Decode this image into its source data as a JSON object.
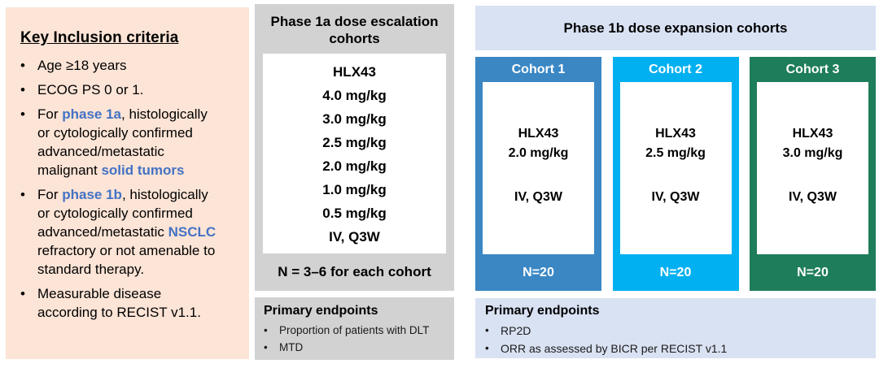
{
  "inclusion": {
    "title": "Key Inclusion criteria",
    "bullets": [
      {
        "segments": [
          {
            "text": "Age ≥18 years"
          }
        ]
      },
      {
        "segments": [
          {
            "text": "ECOG PS 0 or 1."
          }
        ]
      },
      {
        "segments": [
          {
            "text": "For "
          },
          {
            "text": "phase 1a",
            "highlight": true
          },
          {
            "text": ", histologically or cytologically confirmed advanced/metastatic malignant "
          },
          {
            "text": "solid tumors",
            "highlight": true
          }
        ]
      },
      {
        "segments": [
          {
            "text": "For "
          },
          {
            "text": "phase 1b",
            "highlight": true
          },
          {
            "text": ", histologically or cytologically confirmed advanced/metastatic "
          },
          {
            "text": "NSCLC",
            "highlight": true
          },
          {
            "text": " refractory or not amenable to standard therapy."
          }
        ]
      },
      {
        "segments": [
          {
            "text": "Measurable disease according to RECIST v1.1."
          }
        ]
      }
    ]
  },
  "phase1a": {
    "header": "Phase 1a dose escalation cohorts",
    "drug": "HLX43",
    "doses": [
      "4.0 mg/kg",
      "3.0 mg/kg",
      "2.5 mg/kg",
      "2.0 mg/kg",
      "1.0 mg/kg",
      "0.5 mg/kg"
    ],
    "route": "IV, Q3W",
    "n_label": "N = 3–6 for each cohort",
    "endpoints": {
      "title": "Primary endpoints",
      "items": [
        "Proportion of patients with DLT",
        "MTD"
      ]
    }
  },
  "phase1b": {
    "header": "Phase 1b dose expansion cohorts",
    "cohorts": [
      {
        "label": "Cohort 1",
        "drug": "HLX43",
        "dose": "2.0 mg/kg",
        "route": "IV, Q3W",
        "n": "N=20",
        "color": "#3A87C4"
      },
      {
        "label": "Cohort 2",
        "drug": "HLX43",
        "dose": "2.5 mg/kg",
        "route": "IV, Q3W",
        "n": "N=20",
        "color": "#00B0F0"
      },
      {
        "label": "Cohort 3",
        "drug": "HLX43",
        "dose": "3.0 mg/kg",
        "route": "IV, Q3W",
        "n": "N=20",
        "color": "#1E7D5A"
      }
    ],
    "endpoints": {
      "title": "Primary endpoints",
      "items": [
        "RP2D",
        "ORR as assessed by BICR per RECIST v1.1"
      ]
    }
  },
  "colors": {
    "inclusion_bg": "#FCE4D6",
    "gray_bg": "#D2D2D2",
    "blue_bg": "#D9E2F3",
    "accent_text": "#4472C4",
    "bullet_char": "•"
  }
}
